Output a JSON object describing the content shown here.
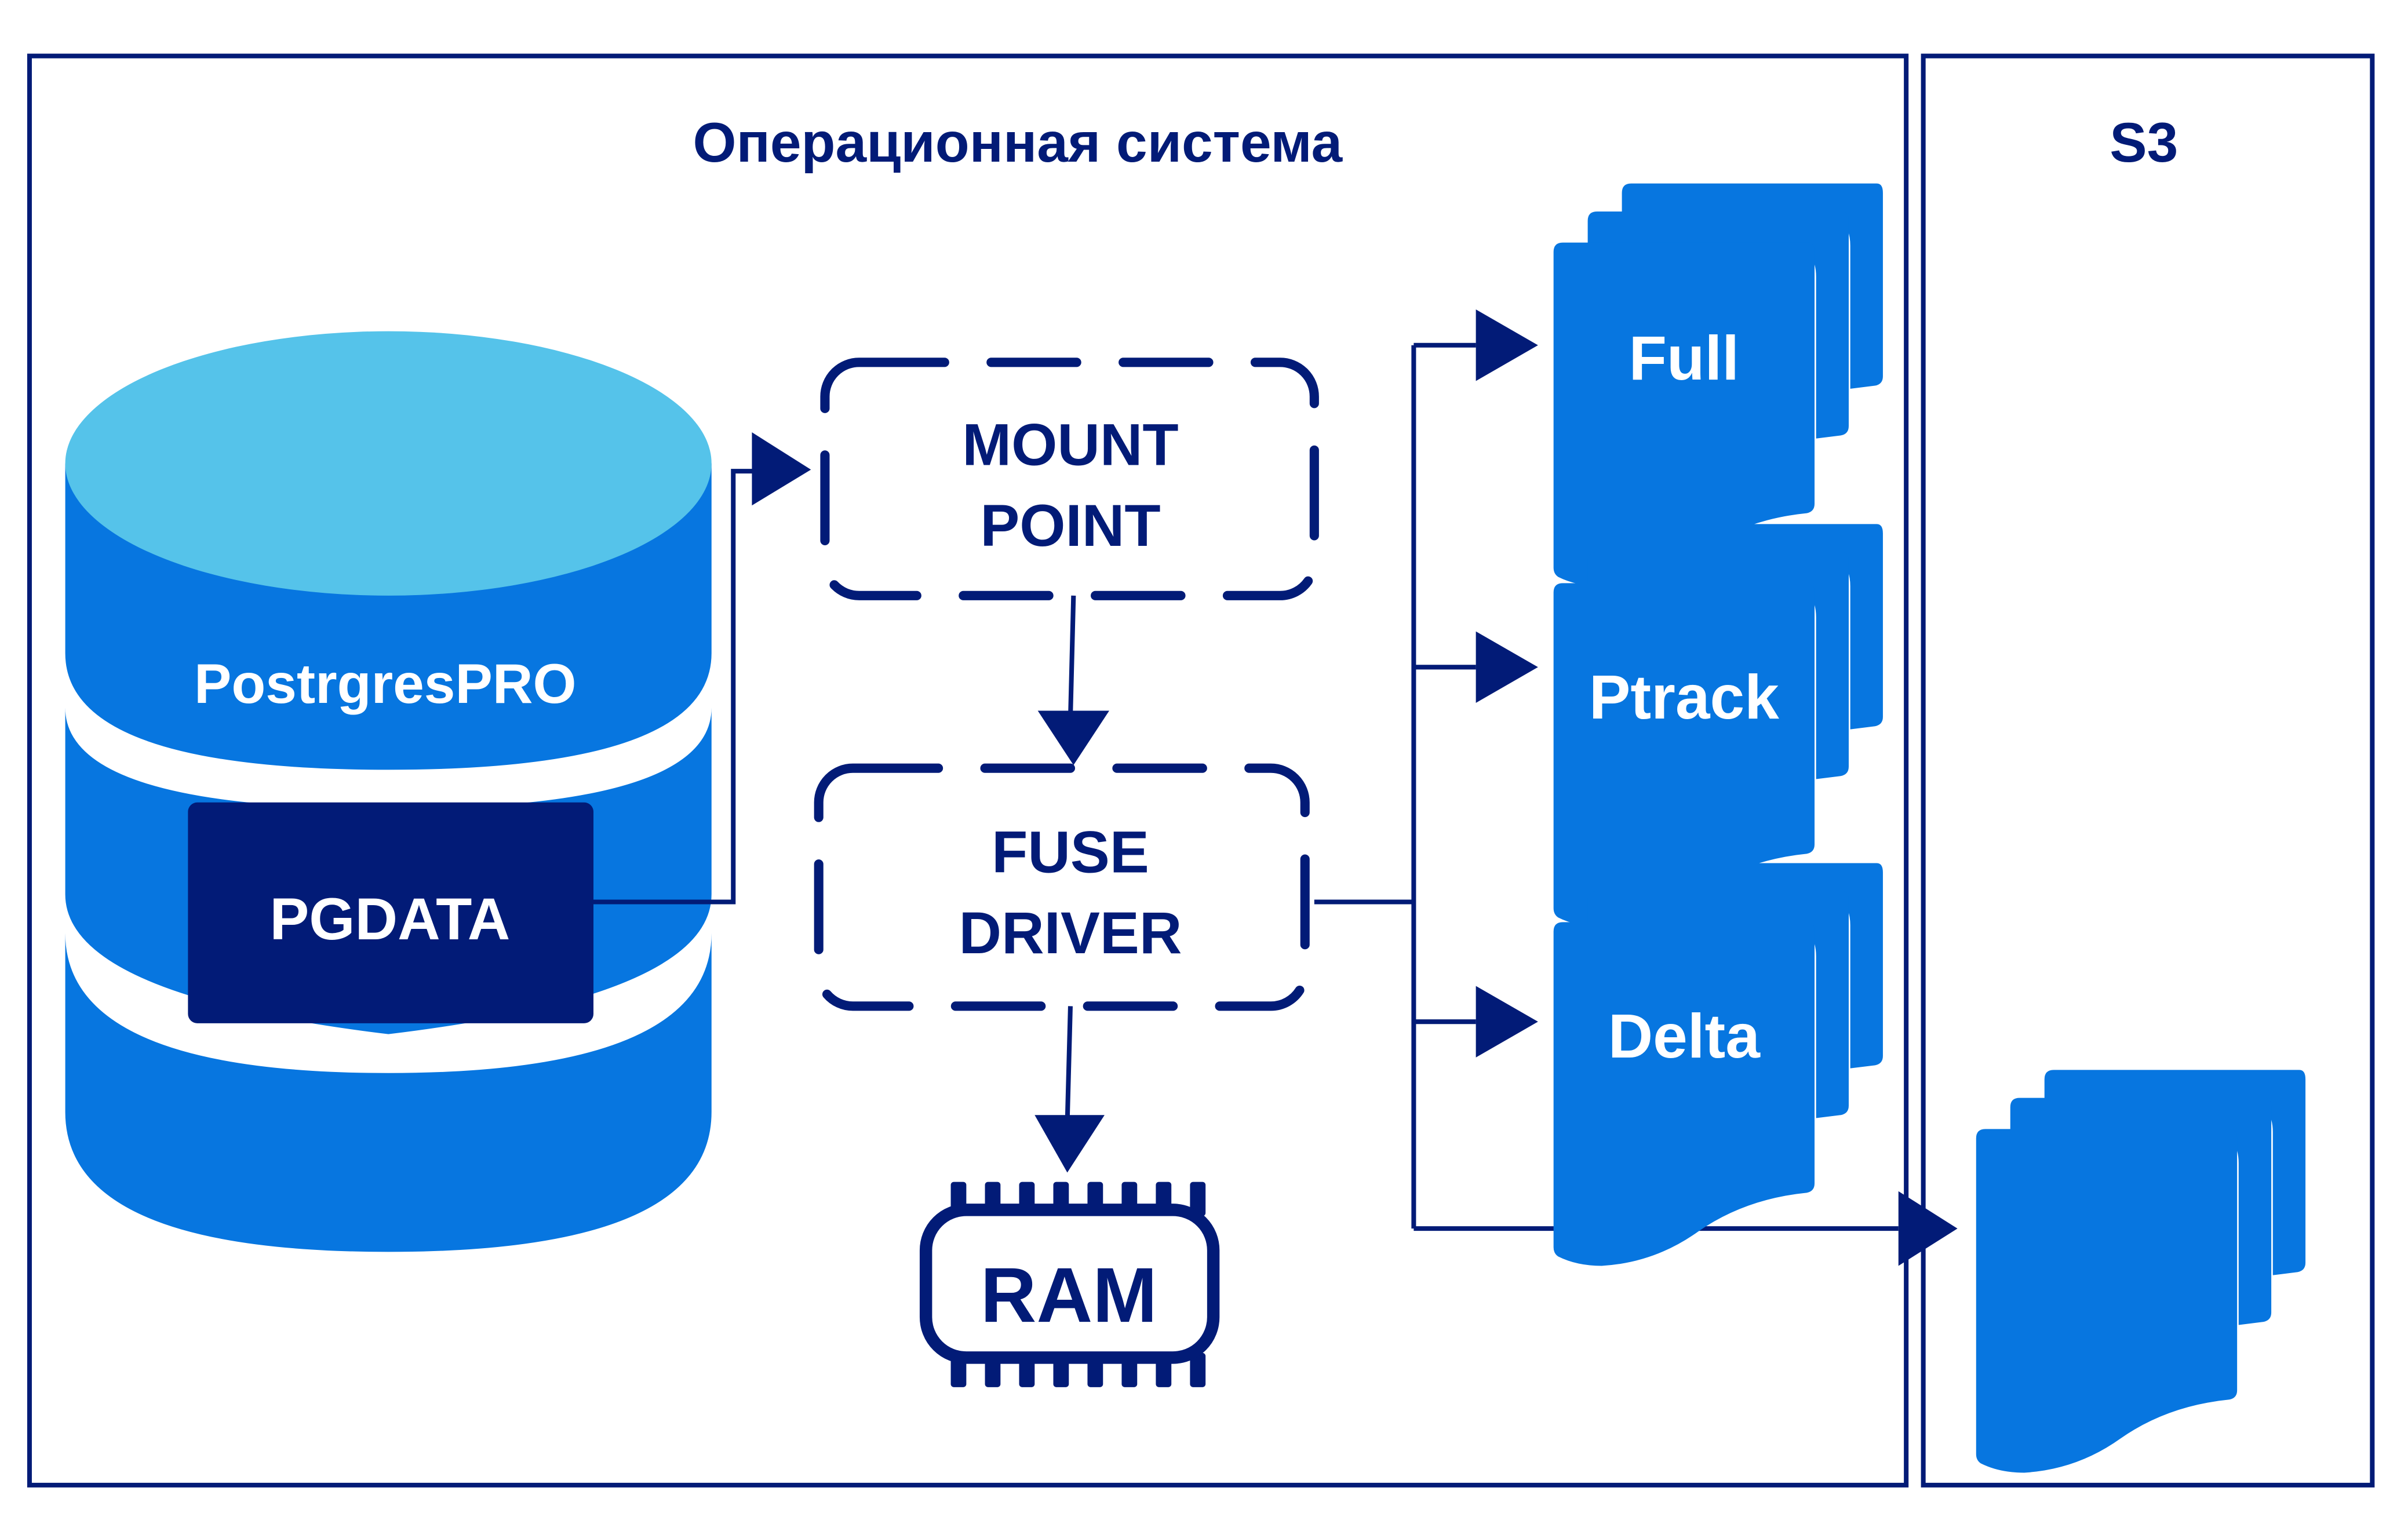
{
  "colors": {
    "navy": "#021b77",
    "blue": "#0776e0",
    "light_blue": "#55c3ea",
    "background": "#ffffff"
  },
  "os_panel": {
    "title": "Операционная система"
  },
  "s3_panel": {
    "title": "S3"
  },
  "database": {
    "icon": "database-cylinder-icon",
    "label": "PostrgresPRO",
    "data_dir": "PGDATA"
  },
  "mount_point": {
    "line1": "MOUNT",
    "line2": "POINT"
  },
  "fuse_driver": {
    "line1": "FUSE",
    "line2": "DRIVER"
  },
  "ram": {
    "icon": "memory-chip-icon",
    "label": "RAM"
  },
  "backups": [
    {
      "icon": "document-stack-icon",
      "label": "Full"
    },
    {
      "icon": "document-stack-icon",
      "label": "Ptrack"
    },
    {
      "icon": "document-stack-icon",
      "label": "Delta"
    }
  ],
  "s3_storage": {
    "icon": "document-stack-icon",
    "label": ""
  },
  "connections": [
    {
      "from": "PGDATA",
      "to": "MOUNT POINT"
    },
    {
      "from": "MOUNT POINT",
      "to": "FUSE DRIVER"
    },
    {
      "from": "FUSE DRIVER",
      "to": "RAM"
    },
    {
      "from": "FUSE DRIVER",
      "to": "Full"
    },
    {
      "from": "FUSE DRIVER",
      "to": "Ptrack"
    },
    {
      "from": "FUSE DRIVER",
      "to": "Delta"
    },
    {
      "from": "FUSE DRIVER",
      "to": "S3"
    }
  ]
}
